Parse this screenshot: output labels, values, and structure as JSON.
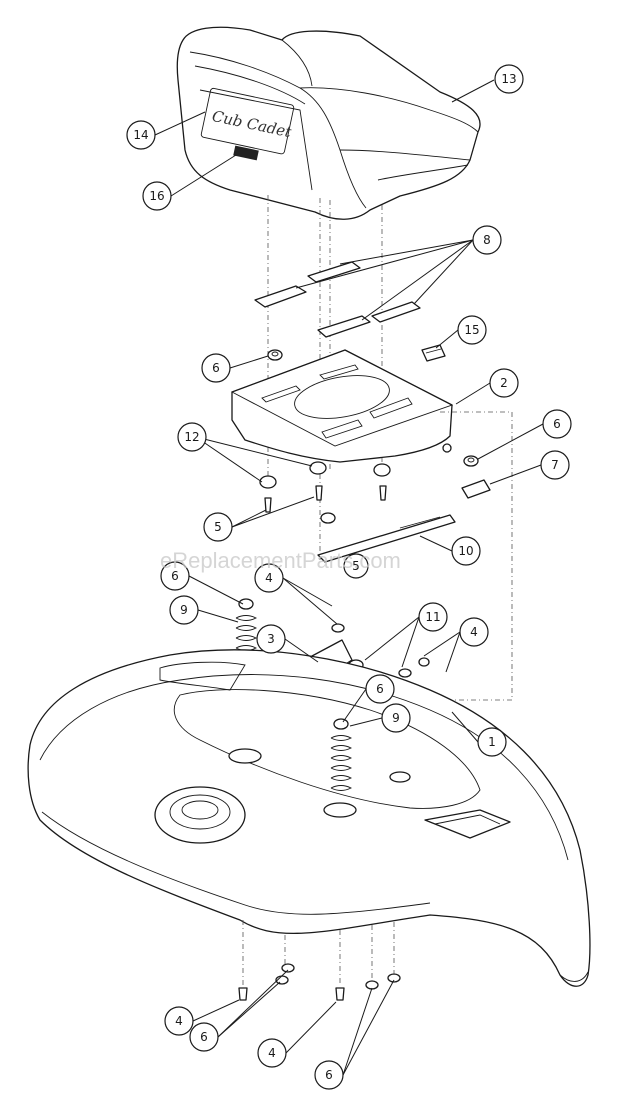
{
  "watermark": "eReplacementParts.com",
  "seat_logo": "Cub Cadet",
  "callouts": [
    {
      "id": "c13",
      "label": "13"
    },
    {
      "id": "c14",
      "label": "14"
    },
    {
      "id": "c16",
      "label": "16"
    },
    {
      "id": "c8",
      "label": "8"
    },
    {
      "id": "c15",
      "label": "15"
    },
    {
      "id": "c6a",
      "label": "6"
    },
    {
      "id": "c2",
      "label": "2"
    },
    {
      "id": "c6b",
      "label": "6"
    },
    {
      "id": "c12",
      "label": "12"
    },
    {
      "id": "c7",
      "label": "7"
    },
    {
      "id": "c5a",
      "label": "5"
    },
    {
      "id": "c10",
      "label": "10"
    },
    {
      "id": "c5b",
      "label": "5"
    },
    {
      "id": "c6c",
      "label": "6"
    },
    {
      "id": "c4a",
      "label": "4"
    },
    {
      "id": "c9a",
      "label": "9"
    },
    {
      "id": "c11",
      "label": "11"
    },
    {
      "id": "c4b",
      "label": "4"
    },
    {
      "id": "c3",
      "label": "3"
    },
    {
      "id": "c6d",
      "label": "6"
    },
    {
      "id": "c9b",
      "label": "9"
    },
    {
      "id": "c1",
      "label": "1"
    },
    {
      "id": "c4c",
      "label": "4"
    },
    {
      "id": "c6e",
      "label": "6"
    },
    {
      "id": "c4d",
      "label": "4"
    },
    {
      "id": "c6f",
      "label": "6"
    }
  ]
}
